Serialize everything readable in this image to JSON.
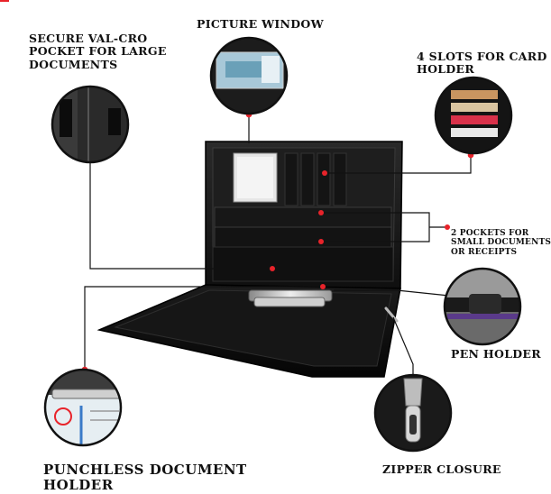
{
  "callouts": {
    "secure_pocket": [
      "SECURE VAL-CRO",
      "POCKET FOR LARGE",
      "DOCUMENTS"
    ],
    "picture_window": [
      "PICTURE WINDOW"
    ],
    "card_slots": [
      "4 SLOTS FOR CARD",
      "HOLDER"
    ],
    "small_pockets": [
      "2 POCKETS FOR",
      "SMALL DOCUMENTS",
      "OR RECEIPTS"
    ],
    "pen_holder": [
      "PEN HOLDER"
    ],
    "punchless_holder": [
      "PUNCHLESS DOCUMENT",
      "HOLDER"
    ],
    "zipper_closure": [
      "ZIPPER CLOSURE"
    ]
  },
  "colors": {
    "leader_line": "#111111",
    "dot": "#e8232a",
    "portfolio": "#1b1b1b",
    "background": "#ffffff"
  }
}
